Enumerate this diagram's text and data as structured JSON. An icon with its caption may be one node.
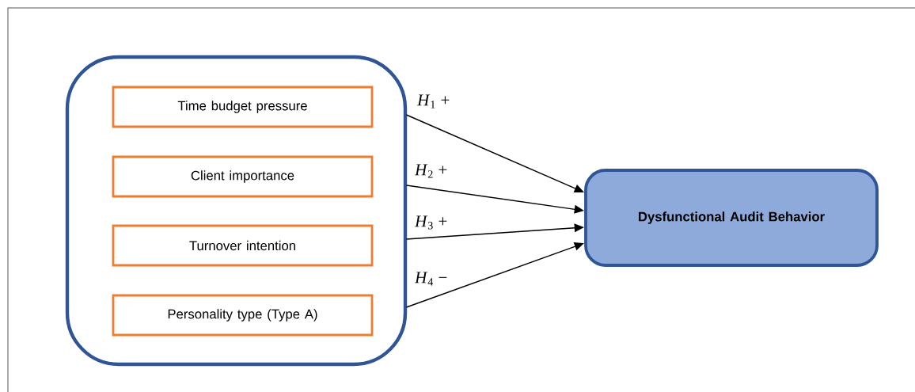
{
  "diagram": {
    "nodes": [
      {
        "text": [],
        "shape": "box"
      },
      {
        "text": [
          "Time budget pressure"
        ],
        "in": 0
      },
      {
        "text": [
          "Client importance"
        ],
        "in": 0
      },
      {
        "text": [
          "Turnover intention"
        ],
        "in": 0
      },
      {
        "text": [
          "Personality type (Type A)"
        ],
        "in": 0
      },
      {
        "text": [
          "Dysfunctional Audit Behavior"
        ]
      }
    ],
    "edges": [
      {
        "from": 1,
        "to": 5,
        "arrow": "to",
        "label": "*H*$_{1}$ +"
      },
      {
        "from": 2,
        "to": 5,
        "arrow": "to",
        "label": "*H*$_{2}$ +"
      },
      {
        "from": 3,
        "to": 5,
        "arrow": "to",
        "label": "*H*$_{3}$ +"
      },
      {
        "from": 4,
        "to": 5,
        "arrow": "to",
        "label": "*H*$_{4}$ −"
      }
    ]
  }
}
